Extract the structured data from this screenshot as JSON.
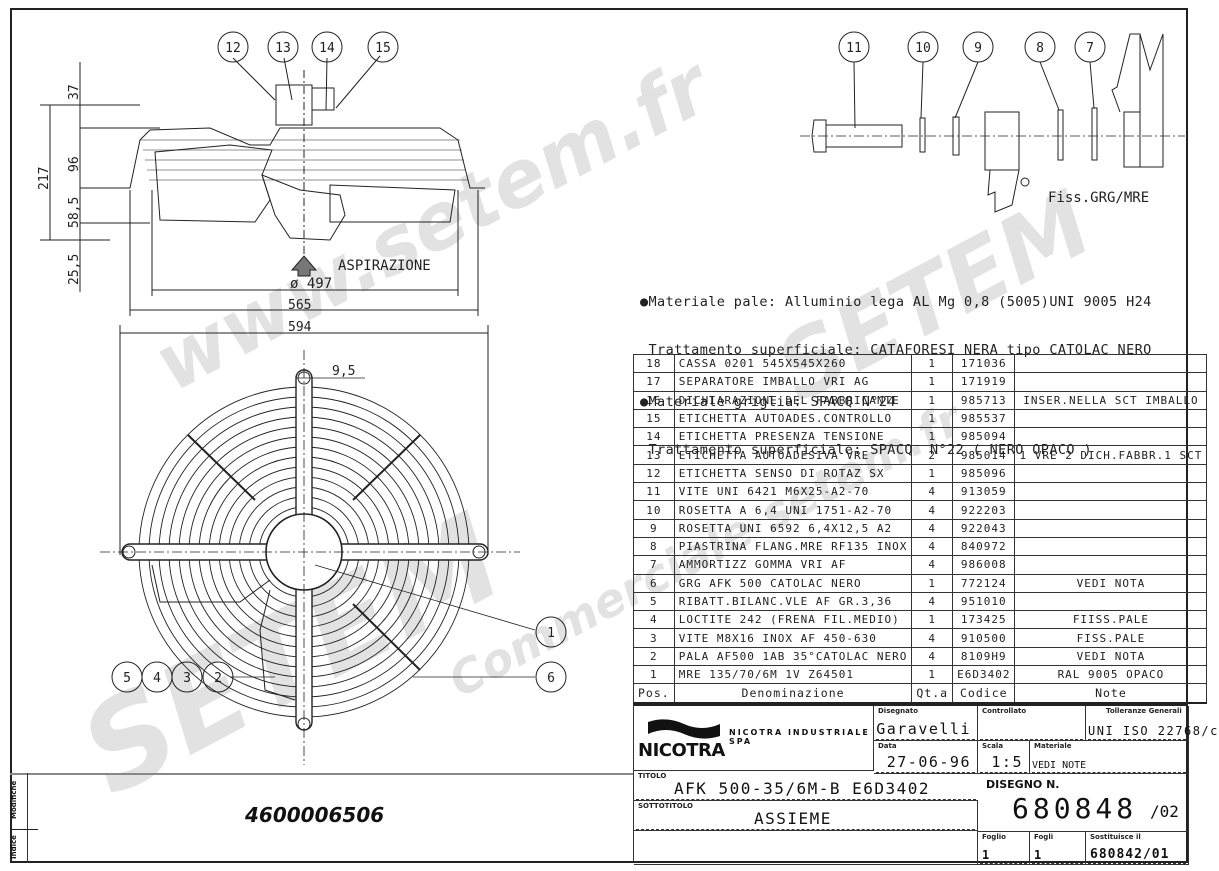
{
  "drawing": {
    "company": "NICOTRA",
    "company_full": "NICOTRA INDUSTRIALE SPA",
    "external_part_number": "4600006506",
    "watermark": [
      "www.setem.fr",
      "SETEM",
      "SETEM",
      "Commerciale setem.fr"
    ],
    "side_strip": {
      "modifiche": "Modifiche",
      "indice": "Indice"
    }
  },
  "side_view": {
    "balloons": [
      "12",
      "13",
      "14",
      "15"
    ],
    "dimensions_vertical": {
      "total": "217",
      "d1": "37",
      "d2": "96",
      "d3": "58,5",
      "d4": "25,5"
    },
    "dimensions_horizontal": {
      "diameter": "ø 497",
      "mount": "565",
      "overall": "594"
    },
    "airflow_label": "ASPIRAZIONE"
  },
  "front_view": {
    "dimension": "9,5",
    "balloons_left": [
      "5",
      "4",
      "3",
      "2"
    ],
    "balloons_right": [
      "1",
      "6"
    ]
  },
  "detail_view": {
    "balloons": [
      "11",
      "10",
      "9",
      "8",
      "7"
    ],
    "caption": "Fiss.GRG/MRE"
  },
  "notes": [
    "●Materiale pale: Alluminio lega AL Mg 0,8 (5005)UNI 9005 H24",
    " Trattamento superficiale: CATAFORESI NERA tipo CATOLAC NERO",
    "●Materiale griglia: SPACQ N°24",
    " Trattamento superficiale: SPACQ  N°22 ( NERO OPACO )"
  ],
  "bom": {
    "headers": {
      "pos": "Pos.",
      "den": "Denominazione",
      "qty": "Qt.a",
      "code": "Codice",
      "note": "Note"
    },
    "rows": [
      {
        "pos": "18",
        "den": "CASSA 0201 545X545X260",
        "qty": "1",
        "code": "171036",
        "note": ""
      },
      {
        "pos": "17",
        "den": "SEPARATORE IMBALLO VRI AG",
        "qty": "1",
        "code": "171919",
        "note": ""
      },
      {
        "pos": "16",
        "den": "DICHIARAZIONE DEL FABBRICANTE",
        "qty": "1",
        "code": "985713",
        "note": "INSER.NELLA SCT  IMBALLO"
      },
      {
        "pos": "15",
        "den": "ETICHETTA AUTOADES.CONTROLLO",
        "qty": "1",
        "code": "985537",
        "note": ""
      },
      {
        "pos": "14",
        "den": "ETICHETTA PRESENZA TENSIONE",
        "qty": "1",
        "code": "985094",
        "note": ""
      },
      {
        "pos": "13",
        "den": "ETICHETTA AUTOADESIVA VRE",
        "qty": "2",
        "code": "985014",
        "note": "1 VRE  2 DICH.FABBR.1 SCT"
      },
      {
        "pos": "12",
        "den": "ETICHETTA SENSO DI ROTAZ SX",
        "qty": "1",
        "code": "985096",
        "note": ""
      },
      {
        "pos": "11",
        "den": "VITE UNI 6421 M6X25-A2-70",
        "qty": "4",
        "code": "913059",
        "note": ""
      },
      {
        "pos": "10",
        "den": "ROSETTA A 6,4 UNI 1751-A2-70",
        "qty": "4",
        "code": "922203",
        "note": ""
      },
      {
        "pos": "9",
        "den": "ROSETTA UNI 6592 6,4X12,5 A2",
        "qty": "4",
        "code": "922043",
        "note": ""
      },
      {
        "pos": "8",
        "den": "PIASTRINA FLANG.MRE RF135 INOX",
        "qty": "4",
        "code": "840972",
        "note": ""
      },
      {
        "pos": "7",
        "den": "AMMORTIZZ GOMMA VRI AF",
        "qty": "4",
        "code": "986008",
        "note": ""
      },
      {
        "pos": "6",
        "den": "GRG AFK 500 CATOLAC NERO",
        "qty": "1",
        "code": "772124",
        "note": "VEDI  NOTA"
      },
      {
        "pos": "5",
        "den": "RIBATT.BILANC.VLE AF GR.3,36",
        "qty": "4",
        "code": "951010",
        "note": ""
      },
      {
        "pos": "4",
        "den": "LOCTITE 242 (FRENA FIL.MEDIO)",
        "qty": "1",
        "code": "173425",
        "note": "FIISS.PALE"
      },
      {
        "pos": "3",
        "den": "VITE M8X16 INOX AF 450-630",
        "qty": "4",
        "code": "910500",
        "note": "FISS.PALE"
      },
      {
        "pos": "2",
        "den": "PALA AF500 1AB 35°CATOLAC NERO",
        "qty": "4",
        "code": "8109H9",
        "note": "VEDI  NOTA"
      },
      {
        "pos": "1",
        "den": "MRE 135/70/6M 1V Z64501",
        "qty": "1",
        "code": "E6D3402",
        "note": "RAL 9005 OPACO"
      }
    ]
  },
  "title_block": {
    "disegnato_label": "Disegnato",
    "disegnato": "Garavelli",
    "controllato_label": "Controllato",
    "controllato": "",
    "tolleranze_label": "Tolleranze Generali",
    "tolleranze": "UNI ISO 22768/c",
    "data_label": "Data",
    "data": "27-06-96",
    "scala_label": "Scala",
    "scala": "1:5",
    "materiale_label": "Materiale",
    "materiale": "VEDI NOTE",
    "titolo_label": "TITOLO",
    "titolo": "AFK 500-35/6M-B E6D3402",
    "sottotitolo_label": "SOTTOTITOLO",
    "sottotitolo": "ASSIEME",
    "disegno_label": "DISEGNO N.",
    "disegno": "680848",
    "revisione": "/02",
    "foglio_label": "Foglio",
    "foglio": "1",
    "fogli_label": "Fogli",
    "fogli": "1",
    "sostituisce_label": "Sostituisce il",
    "sostituisce": "680842/01"
  }
}
